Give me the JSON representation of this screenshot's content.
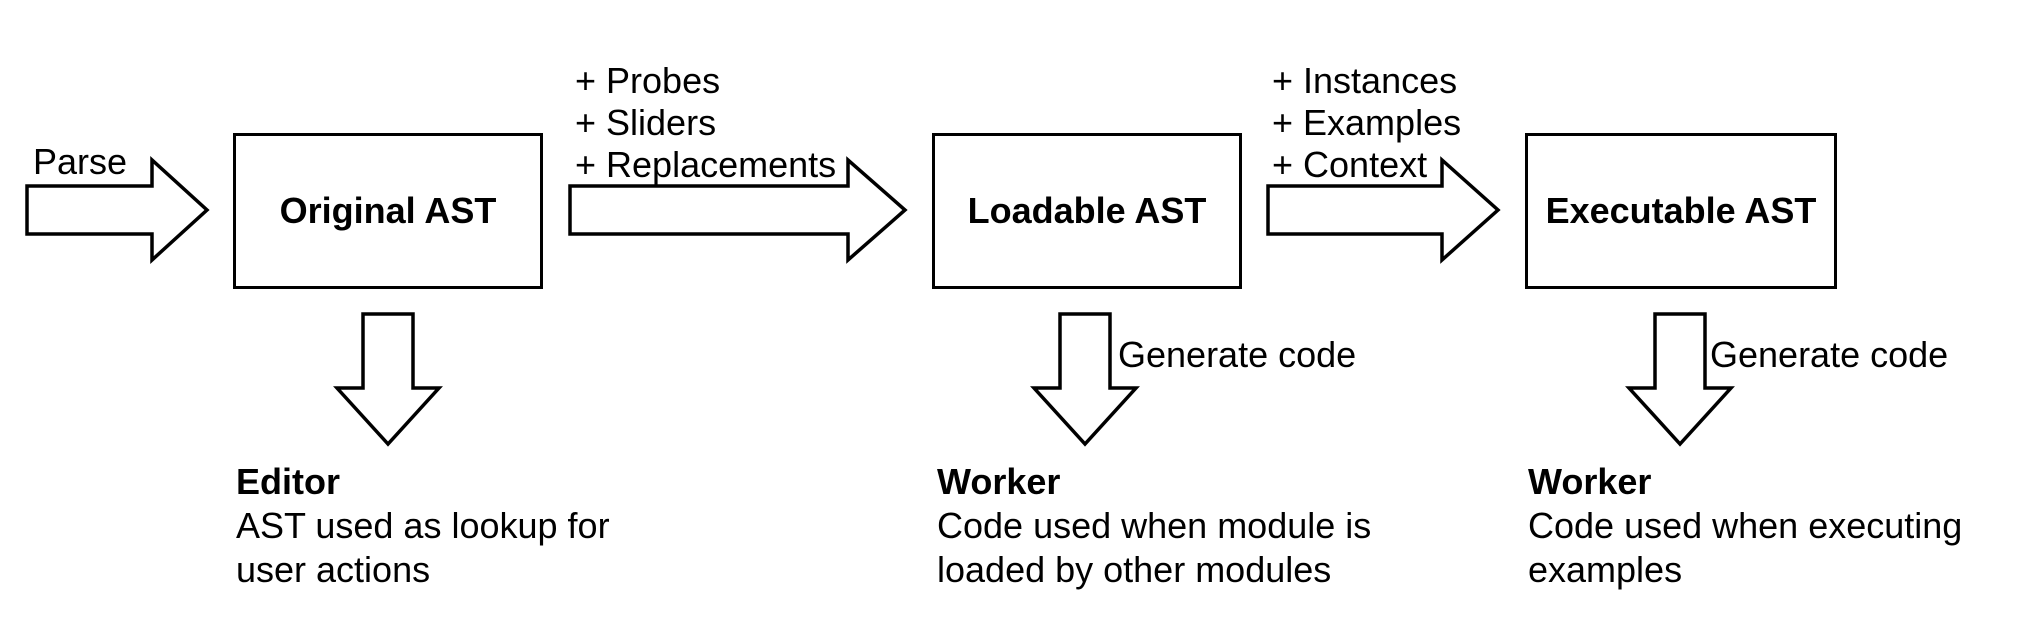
{
  "colors": {
    "background": "#ffffff",
    "stroke": "#000000",
    "text": "#000000",
    "shape_fill": "#ffffff"
  },
  "stages": [
    {
      "arrow_label_lines": [
        "Parse"
      ],
      "box_label": "Original AST",
      "consumer_title": "Editor",
      "consumer_desc_lines": [
        "AST used as lookup for",
        "user actions"
      ]
    },
    {
      "arrow_label_lines": [
        "+ Probes",
        "+ Sliders",
        "+ Replacements"
      ],
      "box_label": "Loadable AST",
      "down_arrow_label": "Generate code",
      "consumer_title": "Worker",
      "consumer_desc_lines": [
        "Code used when module is",
        "loaded by other modules"
      ]
    },
    {
      "arrow_label_lines": [
        "+ Instances",
        "+ Examples",
        "+ Context"
      ],
      "box_label": "Executable AST",
      "down_arrow_label": "Generate code",
      "consumer_title": "Worker",
      "consumer_desc_lines": [
        "Code used when executing",
        "examples"
      ]
    }
  ]
}
